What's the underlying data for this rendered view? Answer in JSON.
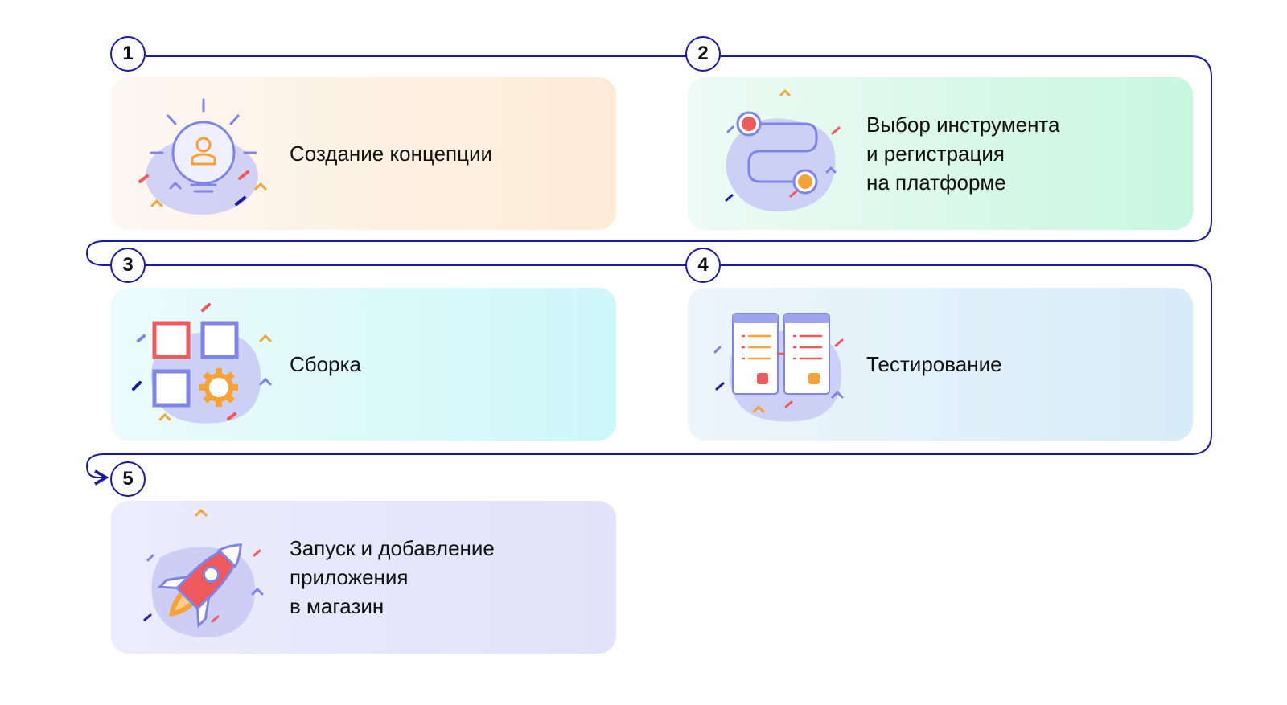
{
  "colors": {
    "line": "#1a1aa6",
    "accent_red": "#f0595b",
    "accent_orange": "#f7a235",
    "accent_purple": "#7f84e8",
    "accent_navy": "#1a1aa6"
  },
  "steps": [
    {
      "number": "1",
      "label": "Создание концепции",
      "icon": "lightbulb-person-icon"
    },
    {
      "number": "2",
      "label": "Выбор инструмента\nи регистрация\nна платформе",
      "icon": "route-path-icon"
    },
    {
      "number": "3",
      "label": "Сборка",
      "icon": "blocks-gear-icon"
    },
    {
      "number": "4",
      "label": "Тестирование",
      "icon": "test-cards-icon"
    },
    {
      "number": "5",
      "label": "Запуск и добавление\nприложения\nв магазин",
      "icon": "rocket-icon"
    }
  ]
}
